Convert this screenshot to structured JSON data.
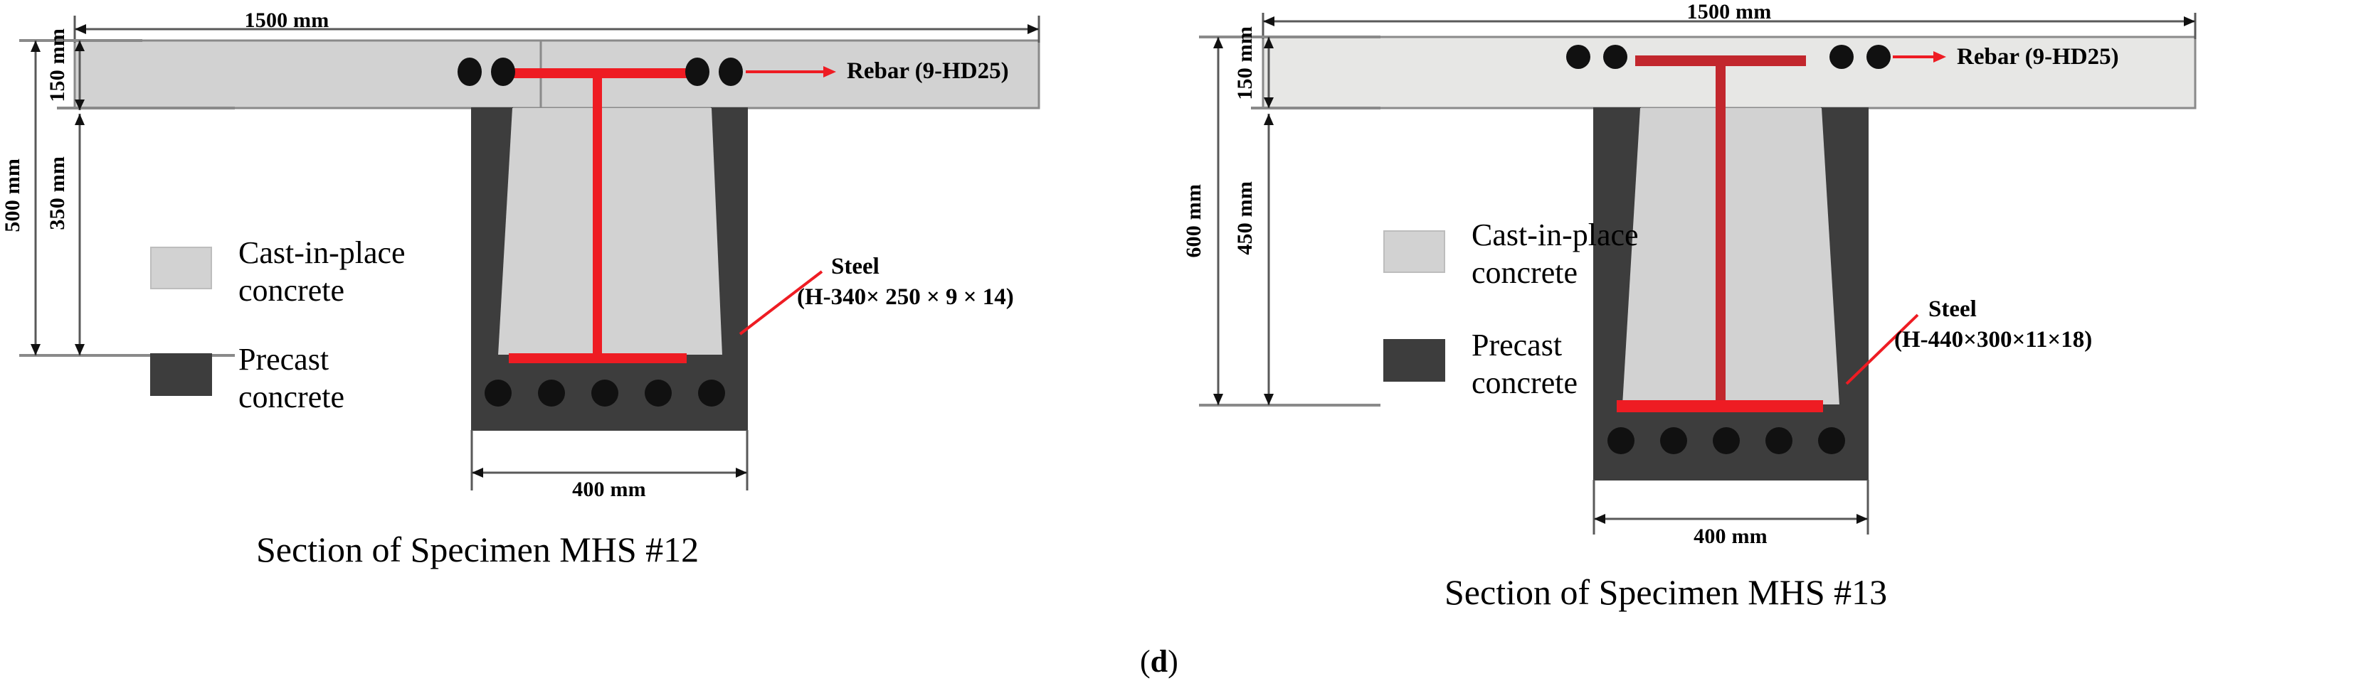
{
  "figure": {
    "subfigure_label_prefix": "(",
    "subfigure_label_letter": "d",
    "subfigure_label_suffix": ")"
  },
  "panels": [
    {
      "id": "mhs12",
      "caption": "Section of Specimen MHS #12",
      "dimensions": {
        "top_width": "1500 mm",
        "overall_depth": "500 mm",
        "slab_depth": "150 mm",
        "web_depth": "350 mm",
        "bottom_width": "400 mm"
      },
      "callouts": {
        "rebar": "Rebar (9-HD25)",
        "steel_title": "Steel",
        "steel_spec": "(H-340× 250 × 9 × 14)"
      },
      "legend": [
        {
          "label_line1": "Cast-in-place",
          "label_line2": "concrete",
          "color": "#d2d2d2"
        },
        {
          "label_line1": "Precast",
          "label_line2": "concrete",
          "color": "#3d3d3d"
        }
      ],
      "rebar_top_count": 4,
      "rebar_bottom_count": 5
    },
    {
      "id": "mhs13",
      "caption": "Section of Specimen MHS #13",
      "dimensions": {
        "top_width": "1500 mm",
        "overall_depth": "600 mm",
        "slab_depth": "150 mm",
        "web_depth": "450 mm",
        "bottom_width": "400 mm"
      },
      "callouts": {
        "rebar": "Rebar (9-HD25)",
        "steel_title": "Steel",
        "steel_spec": "(H-440×300×11×18)"
      },
      "legend": [
        {
          "label_line1": "Cast-in-place",
          "label_line2": "concrete",
          "color": "#d2d2d2"
        },
        {
          "label_line1": "Precast",
          "label_line2": "concrete",
          "color": "#3d3d3d"
        }
      ],
      "rebar_top_count": 4,
      "rebar_bottom_count": 5
    }
  ],
  "colors": {
    "cast_in_place": "#d2d2d2",
    "cast_in_place_light": "#e7e7e5",
    "precast": "#3d3d3d",
    "steel_red": "#ee1c23",
    "outline": "#808080",
    "dim_line": "#595959",
    "rebar_dot": "#111111"
  }
}
